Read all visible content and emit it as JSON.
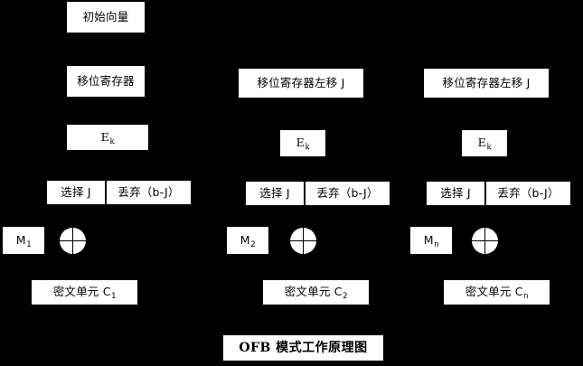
{
  "diagram": {
    "title": "OFB 模式工作原理图",
    "background_color": "#000000",
    "box_color": "#ffffff",
    "text_color": "#000000",
    "initial_vector": "初始向量",
    "columns": [
      {
        "register": "移位寄存器",
        "encrypt": "E",
        "encrypt_sub": "k",
        "select": "选择 J",
        "discard": "丢弃（b-J）",
        "plaintext": "M",
        "plaintext_sub": "1",
        "xor": "xor-symbol",
        "ciphertext": "密文单元 C",
        "ciphertext_sub": "1"
      },
      {
        "register": "移位寄存器左移 J",
        "encrypt": "E",
        "encrypt_sub": "k",
        "select": "选择 J",
        "discard": "丢弃（b-J）",
        "plaintext": "M",
        "plaintext_sub": "2",
        "xor": "xor-symbol",
        "ciphertext": "密文单元 C",
        "ciphertext_sub": "2"
      },
      {
        "register": "移位寄存器左移 J",
        "encrypt": "E",
        "encrypt_sub": "k",
        "select": "选择 J",
        "discard": "丢弃（b-J）",
        "plaintext": "M",
        "plaintext_sub": "n",
        "xor": "xor-symbol",
        "ciphertext": "密文单元 C",
        "ciphertext_sub": "n"
      }
    ]
  }
}
